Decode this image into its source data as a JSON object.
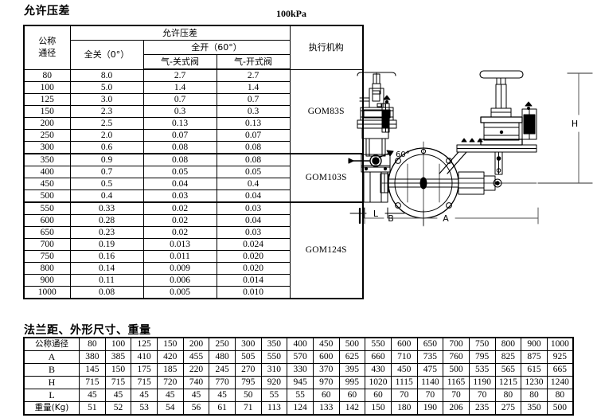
{
  "document": {
    "pressure_section_title": "允许压差",
    "pressure_unit_note": "100kPa",
    "flange_section_title": "法兰距、外形尺寸、重量"
  },
  "pressure_table": {
    "headers": {
      "nominal_diameter_line1": "公称",
      "nominal_diameter_line2": "通径",
      "allowable_pressure": "允许压差",
      "fully_closed": "全关（0°）",
      "fully_open": "全开（60°）",
      "air_to_close": "气-关式阀",
      "air_to_open": "气-开式阀",
      "actuator": "执行机构"
    },
    "groups": [
      {
        "actuator": "GOM83S",
        "rows": [
          {
            "dn": "80",
            "closed": "8.0",
            "open_close_type": "2.7",
            "open_open_type": "2.7"
          },
          {
            "dn": "100",
            "closed": "5.0",
            "open_close_type": "1.4",
            "open_open_type": "1.4"
          },
          {
            "dn": "125",
            "closed": "3.0",
            "open_close_type": "0.7",
            "open_open_type": "0.7"
          },
          {
            "dn": "150",
            "closed": "2.3",
            "open_close_type": "0.3",
            "open_open_type": "0.3"
          },
          {
            "dn": "200",
            "closed": "2.5",
            "open_close_type": "0.13",
            "open_open_type": "0.13"
          },
          {
            "dn": "250",
            "closed": "2.0",
            "open_close_type": "0.07",
            "open_open_type": "0.07"
          },
          {
            "dn": "300",
            "closed": "0.6",
            "open_close_type": "0.08",
            "open_open_type": "0.08"
          }
        ]
      },
      {
        "actuator": "GOM103S",
        "rows": [
          {
            "dn": "350",
            "closed": "0.9",
            "open_close_type": "0.08",
            "open_open_type": "0.08"
          },
          {
            "dn": "400",
            "closed": "0.7",
            "open_close_type": "0.05",
            "open_open_type": "0.05"
          },
          {
            "dn": "450",
            "closed": "0.5",
            "open_close_type": "0.04",
            "open_open_type": "0.4"
          },
          {
            "dn": "500",
            "closed": "0.4",
            "open_close_type": "0.03",
            "open_open_type": "0.04"
          }
        ]
      },
      {
        "actuator": "GOM124S",
        "rows": [
          {
            "dn": "550",
            "closed": "0.33",
            "open_close_type": "0.02",
            "open_open_type": "0.03"
          },
          {
            "dn": "600",
            "closed": "0.28",
            "open_close_type": "0.02",
            "open_open_type": "0.04"
          },
          {
            "dn": "650",
            "closed": "0.23",
            "open_close_type": "0.02",
            "open_open_type": "0.03"
          },
          {
            "dn": "700",
            "closed": "0.19",
            "open_close_type": "0.013",
            "open_open_type": "0.024"
          },
          {
            "dn": "750",
            "closed": "0.16",
            "open_close_type": "0.011",
            "open_open_type": "0.020"
          },
          {
            "dn": "800",
            "closed": "0.14",
            "open_close_type": "0.009",
            "open_open_type": "0.020"
          },
          {
            "dn": "900",
            "closed": "0.11",
            "open_close_type": "0.006",
            "open_open_type": "0.014"
          },
          {
            "dn": "1000",
            "closed": "0.08",
            "open_close_type": "0.005",
            "open_open_type": "0.010"
          }
        ]
      }
    ]
  },
  "flange_table": {
    "rows": [
      {
        "label": "公称通径",
        "latin": false,
        "values": [
          "80",
          "100",
          "125",
          "150",
          "200",
          "250",
          "300",
          "350",
          "400",
          "450",
          "500",
          "550",
          "600",
          "650",
          "700",
          "750",
          "800",
          "900",
          "1000"
        ]
      },
      {
        "label": "A",
        "latin": true,
        "values": [
          "380",
          "385",
          "410",
          "420",
          "455",
          "480",
          "505",
          "550",
          "570",
          "600",
          "625",
          "660",
          "710",
          "735",
          "760",
          "795",
          "825",
          "875",
          "925"
        ]
      },
      {
        "label": "B",
        "latin": true,
        "values": [
          "145",
          "150",
          "175",
          "185",
          "220",
          "245",
          "270",
          "310",
          "330",
          "370",
          "395",
          "430",
          "450",
          "475",
          "500",
          "535",
          "565",
          "615",
          "665"
        ]
      },
      {
        "label": "H",
        "latin": true,
        "values": [
          "715",
          "715",
          "715",
          "720",
          "740",
          "770",
          "795",
          "920",
          "945",
          "970",
          "995",
          "1020",
          "1115",
          "1140",
          "1165",
          "1190",
          "1215",
          "1230",
          "1240"
        ]
      },
      {
        "label": "L",
        "latin": true,
        "values": [
          "45",
          "45",
          "45",
          "45",
          "45",
          "45",
          "50",
          "55",
          "55",
          "60",
          "60",
          "60",
          "70",
          "70",
          "70",
          "70",
          "80",
          "80",
          "80"
        ]
      },
      {
        "label": "重量(Kg)",
        "latin": false,
        "values": [
          "51",
          "52",
          "53",
          "54",
          "56",
          "61",
          "71",
          "113",
          "124",
          "133",
          "142",
          "150",
          "180",
          "190",
          "206",
          "235",
          "275",
          "350",
          "500"
        ]
      }
    ]
  },
  "drawing": {
    "labels": {
      "height": "H",
      "overall_a": "A",
      "flange_b": "B",
      "length_l": "L",
      "angle": "60°"
    }
  }
}
